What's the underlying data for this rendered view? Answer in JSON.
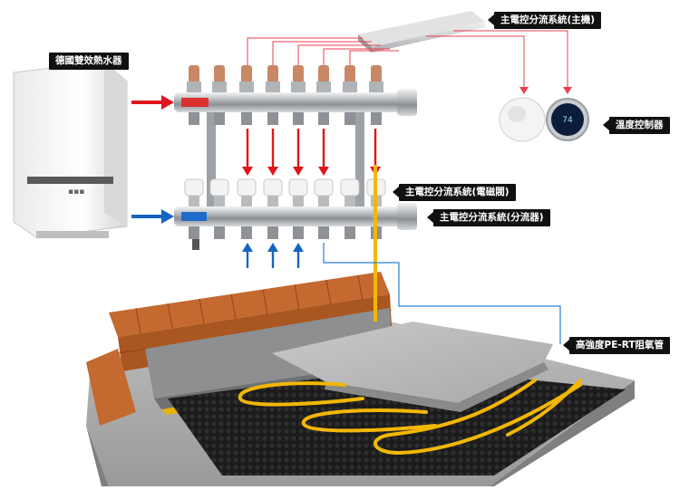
{
  "labels": {
    "boiler": "德國雙效熱水器",
    "controller": "主電控分流系統(主機)",
    "thermostat": "溫度控制器",
    "solenoid": "主電控分流系統(電磁閥)",
    "distributor": "主電控分流系統(分流器)",
    "pipe": "高強度PE-RT阻氧管"
  },
  "thermostat_display": "74",
  "colors": {
    "hot_arrow": "#e0141b",
    "cold_arrow": "#1565c0",
    "signal_line": "#e84050",
    "return_line": "#2a7fd0",
    "pipe": "#f2b705",
    "brick": "#c4692f",
    "tag_bg": "#111111"
  }
}
